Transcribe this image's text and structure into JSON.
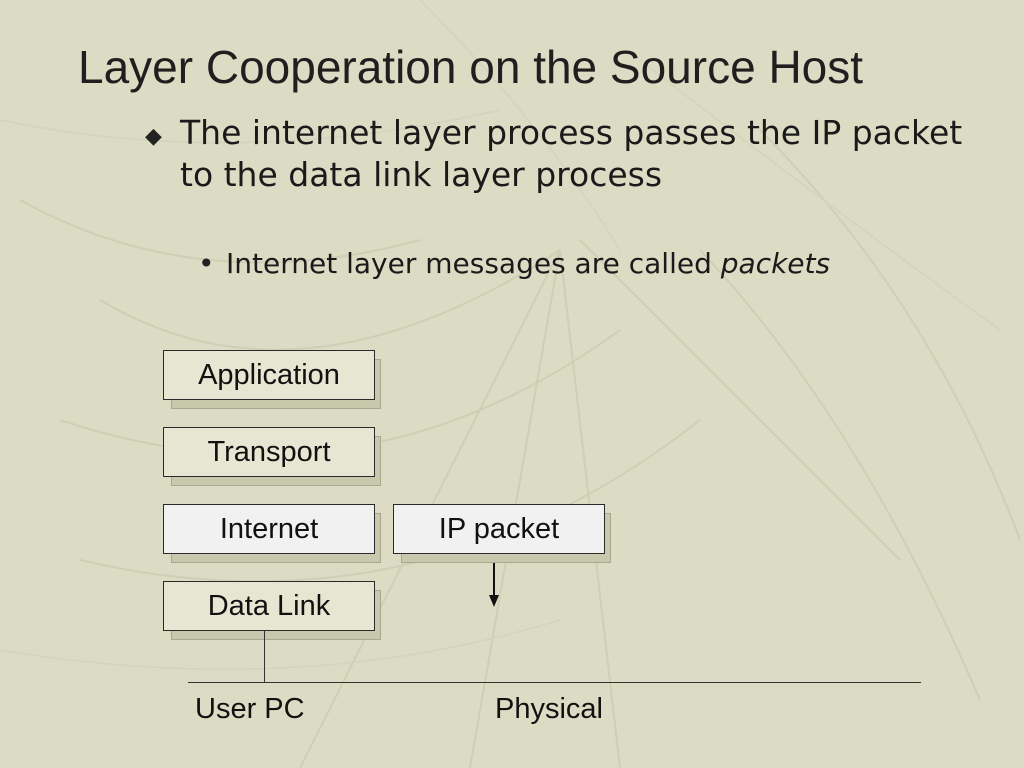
{
  "slide": {
    "title": "Layer Cooperation on the Source Host",
    "bullet_main": "The internet layer process passes the IP packet to the data link layer process",
    "bullet_sub_prefix": "Internet layer messages are called ",
    "bullet_sub_emphasis": "packets"
  },
  "diagram": {
    "layers": [
      {
        "label": "Application"
      },
      {
        "label": "Transport"
      },
      {
        "label": "Internet"
      },
      {
        "label": "Data Link"
      }
    ],
    "packet_label": "IP packet",
    "host_label": "User PC",
    "medium_label": "Physical"
  },
  "colors": {
    "background": "#dcdcc4",
    "layer_fill": "#e6e6d2",
    "highlight_fill": "#f1f1f1",
    "text": "#1a1a1a"
  },
  "icons": {
    "main_bullet": "diamond-bullet-icon",
    "sub_bullet": "dot-bullet-icon",
    "arrow": "arrow-down-icon"
  }
}
